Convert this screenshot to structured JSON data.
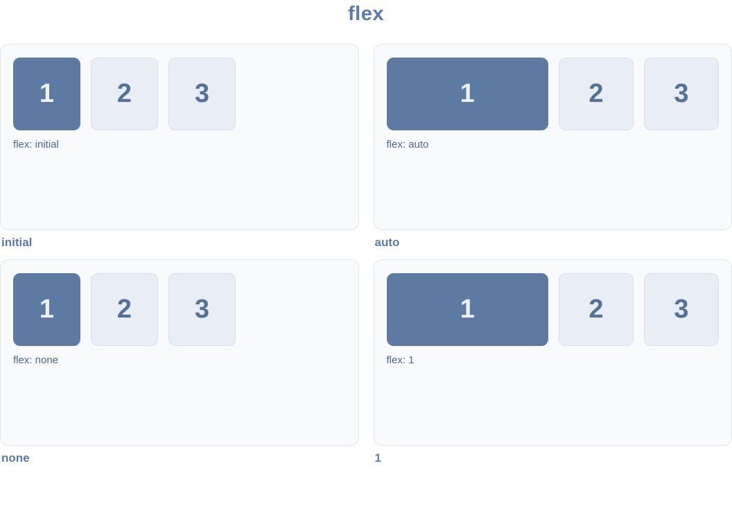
{
  "title": "flex",
  "colors": {
    "accent_box_bg": "#5d7aa2",
    "accent_box_text": "#eef2f8",
    "muted_box_bg": "#e9edf5",
    "muted_box_border": "#d8dfeb",
    "muted_box_text": "#547198",
    "panel_bg": "#f9fafc",
    "panel_border": "#dfe5ef",
    "title_text": "#5b7aa6",
    "label_text": "#4d678c"
  },
  "panels": [
    {
      "caption": "initial",
      "label": "flex: initial",
      "boxes": [
        "1",
        "2",
        "3"
      ]
    },
    {
      "caption": "auto",
      "label": "flex: auto",
      "boxes": [
        "1",
        "2",
        "3"
      ]
    },
    {
      "caption": "none",
      "label": "flex: none",
      "boxes": [
        "1",
        "2",
        "3"
      ]
    },
    {
      "caption": "1",
      "label": "flex: 1",
      "boxes": [
        "1",
        "2",
        "3"
      ]
    }
  ]
}
